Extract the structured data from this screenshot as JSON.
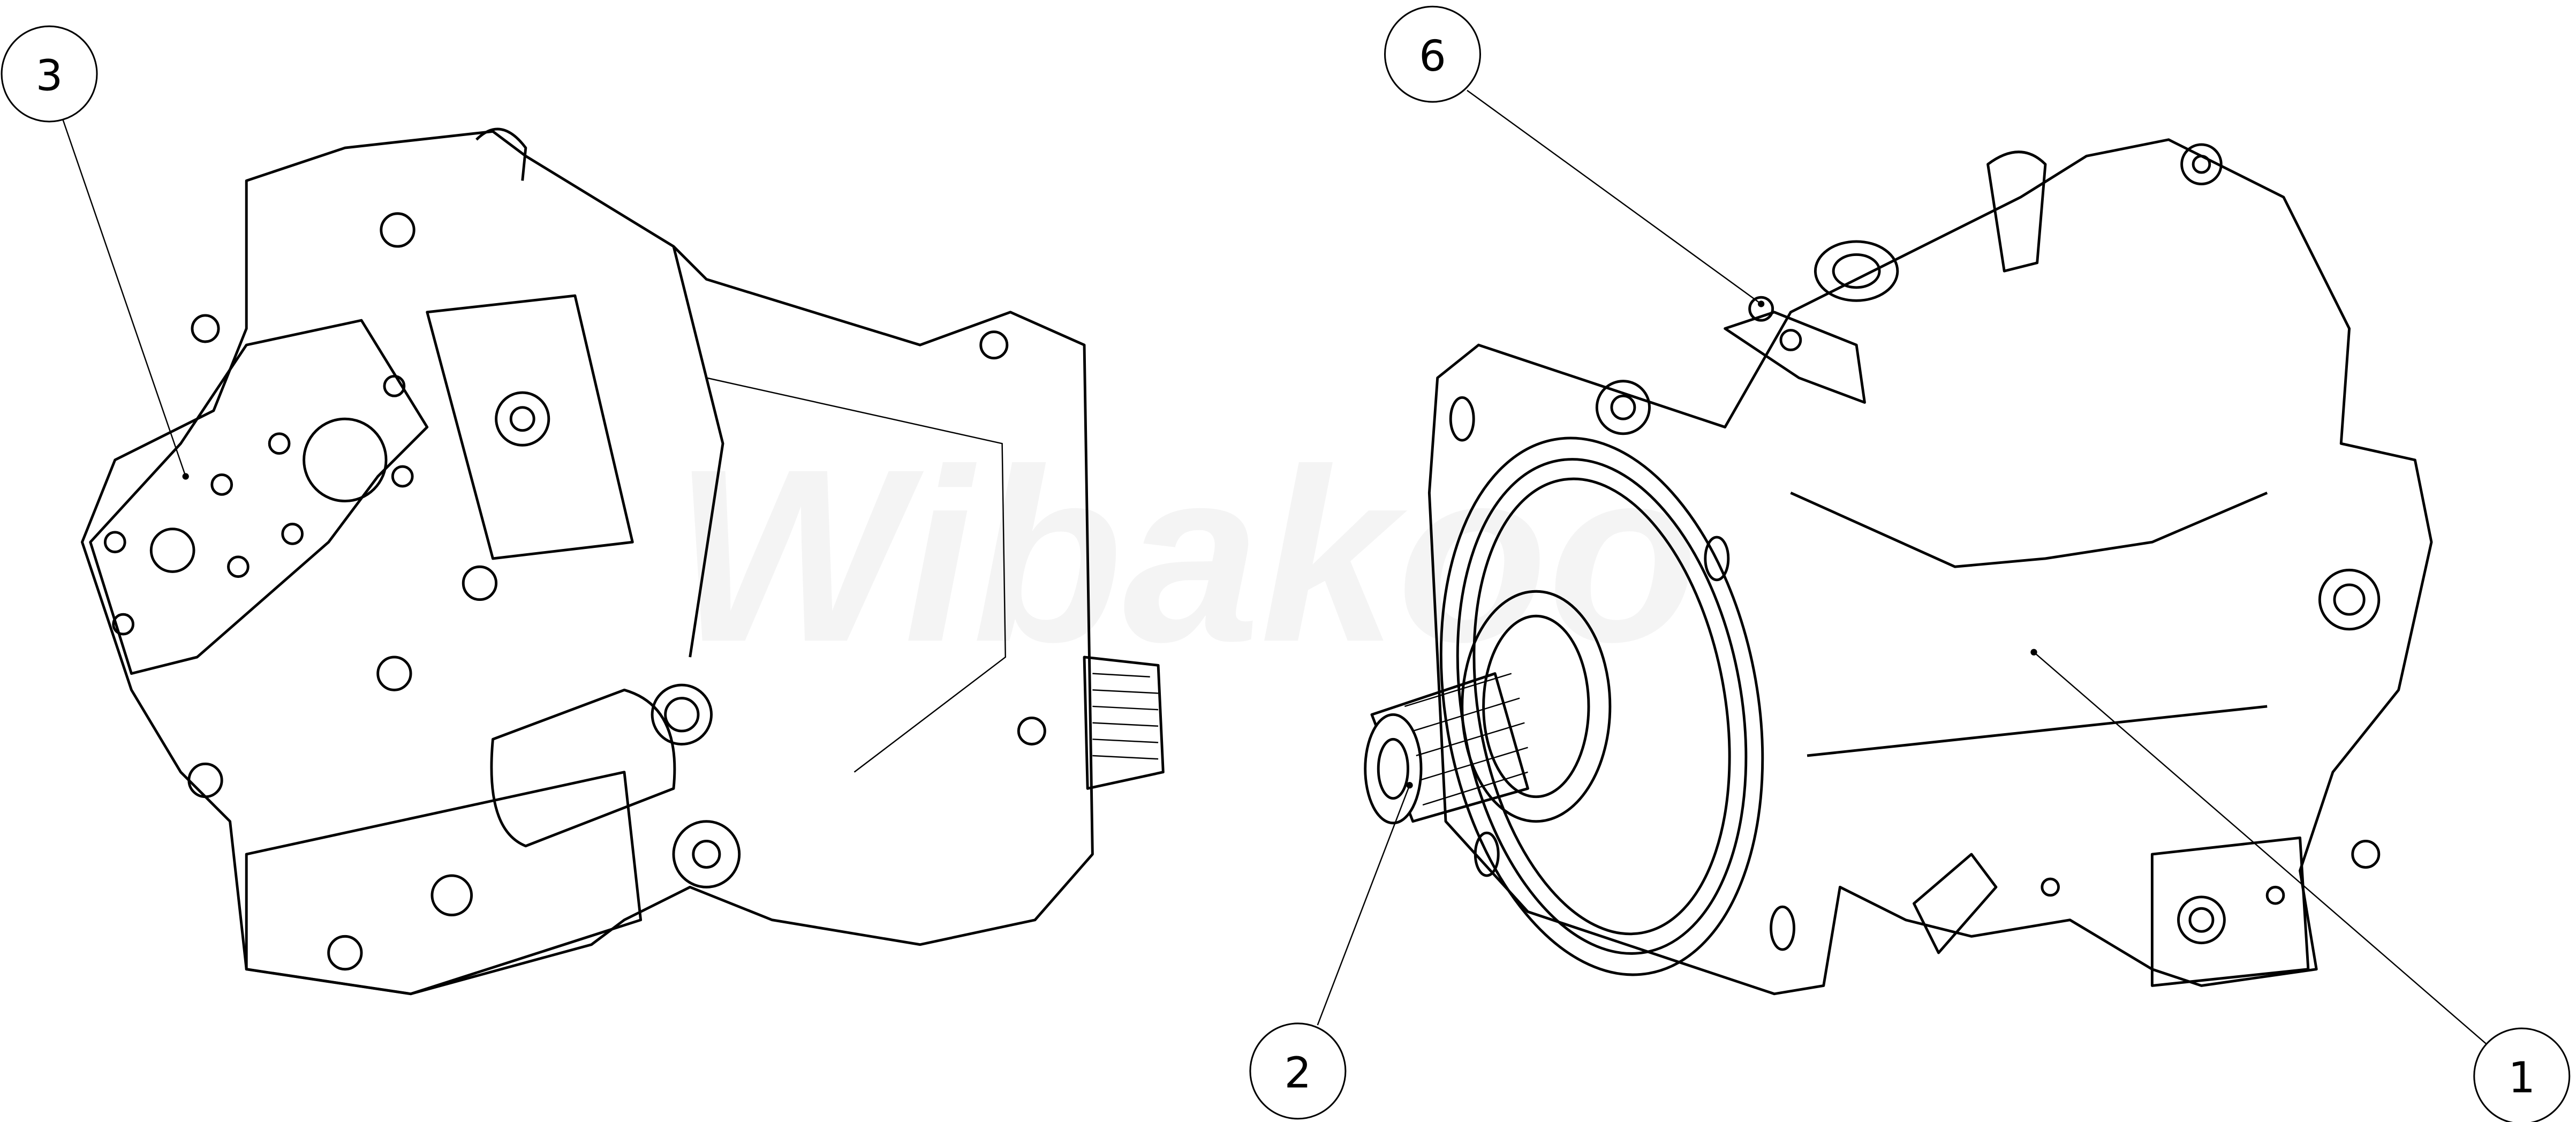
{
  "drawing": {
    "watermark": "Wibakoo",
    "callouts": [
      {
        "id": "callout-3",
        "label": "3"
      },
      {
        "id": "callout-6",
        "label": "6"
      },
      {
        "id": "callout-2",
        "label": "2"
      },
      {
        "id": "callout-1",
        "label": "1"
      }
    ]
  }
}
